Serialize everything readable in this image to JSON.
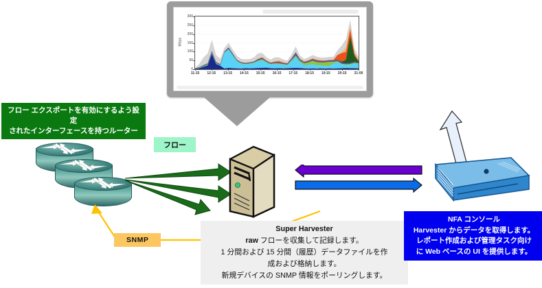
{
  "diagram": {
    "title": "NetFlow Analyzer deployment diagram",
    "monitor": {
      "name": "NFA console monitor"
    },
    "labels": {
      "routers": {
        "line1": "フロー エクスポートを有効にするよう設定",
        "line2": "されたインターフェースを持つルーター",
        "bg": "#0a7a10",
        "fg": "#ffffff"
      },
      "flow": {
        "text": "フロー",
        "bg": "#9df5c8",
        "fg": "#111111"
      },
      "snmp": {
        "text": "SNMP",
        "bg": "#fcc761",
        "fg": "#111111"
      },
      "harvester": {
        "title": "Super Harvester",
        "line1_bold": "raw",
        "line1_rest": " フローを収集して記録します。",
        "line2": "1 分間および 15 分間（履歴）データファイルを作",
        "line3": "成および格納します。",
        "line4": "新規デバイスの  SNMP 情報をポーリングします。",
        "bg": "#efefef",
        "fg": "#111111"
      },
      "console": {
        "title": "NFA コンソール",
        "line1": "Harvester からデータを取得します。",
        "line2": "レポート作成および管理タスク向け",
        "line3": "に Web ベースの UI を提供します。",
        "bg": "#0000ee",
        "fg": "#ffffff"
      }
    },
    "arrows": {
      "flow_color": "#1a6b1a",
      "snmp_color": "#ffc000",
      "to_console_color": "#0a6ce8",
      "from_console_color": "#6a00d4",
      "uplink_color": "#e8f0fb"
    },
    "nodes": {
      "router_label": "router",
      "server_label": "Super Harvester server",
      "appliance_label": "NFA console appliance"
    }
  },
  "chart_data": {
    "type": "area",
    "stacked": true,
    "title": "",
    "xlabel": "",
    "ylabel": "Mbps",
    "ylim": [
      0,
      300
    ],
    "yticks": [
      0,
      50,
      100,
      150,
      200,
      250,
      300
    ],
    "xticks": [
      "11:15",
      "12:15",
      "13:15",
      "14:15",
      "15:15",
      "16:15",
      "17:15",
      "18:15",
      "19:15",
      "20:15",
      "21:00"
    ],
    "grid": true,
    "legend": "none",
    "x": [
      "11:15",
      "11:30",
      "11:45",
      "12:00",
      "12:15",
      "12:30",
      "12:45",
      "13:00",
      "13:15",
      "13:30",
      "13:45",
      "14:00",
      "14:15",
      "14:30",
      "14:45",
      "15:00",
      "15:15",
      "15:30",
      "15:45",
      "16:00",
      "16:15",
      "16:30",
      "16:45",
      "17:00",
      "17:15",
      "17:30",
      "17:45",
      "18:00",
      "18:15",
      "18:30",
      "18:45",
      "19:00",
      "19:15",
      "19:30",
      "19:45",
      "20:00",
      "20:15",
      "20:30",
      "20:45",
      "21:00"
    ],
    "series": [
      {
        "name": "navy",
        "color": "#1c2a8a",
        "values": [
          2,
          6,
          14,
          22,
          88,
          30,
          20,
          4,
          8,
          6,
          5,
          4,
          6,
          5,
          6,
          7,
          8,
          9,
          6,
          5,
          6,
          5,
          6,
          7,
          8,
          7,
          5,
          4,
          5,
          4,
          5,
          4,
          5,
          4,
          5,
          6,
          7,
          6,
          6,
          5
        ]
      },
      {
        "name": "cyan",
        "color": "#58d3f7",
        "values": [
          0,
          1,
          2,
          3,
          4,
          3,
          2,
          90,
          105,
          72,
          40,
          28,
          22,
          26,
          30,
          38,
          44,
          30,
          22,
          26,
          24,
          22,
          18,
          40,
          62,
          34,
          20,
          22,
          24,
          20,
          18,
          16,
          14,
          30,
          36,
          22,
          18,
          20,
          26,
          24
        ]
      },
      {
        "name": "green",
        "color": "#8dc63f",
        "values": [
          1,
          2,
          3,
          3,
          3,
          3,
          2,
          2,
          3,
          3,
          3,
          3,
          3,
          3,
          3,
          5,
          6,
          4,
          3,
          4,
          4,
          4,
          3,
          6,
          9,
          8,
          10,
          14,
          20,
          18,
          16,
          20,
          24,
          10,
          6,
          4,
          4,
          5,
          6,
          6
        ]
      },
      {
        "name": "purple",
        "color": "#7030a0",
        "values": [
          1,
          1,
          2,
          2,
          3,
          2,
          2,
          2,
          3,
          3,
          2,
          2,
          2,
          2,
          2,
          3,
          3,
          2,
          2,
          2,
          2,
          2,
          2,
          3,
          4,
          3,
          3,
          3,
          3,
          3,
          3,
          3,
          3,
          3,
          3,
          3,
          3,
          3,
          3,
          3
        ]
      },
      {
        "name": "blue",
        "color": "#1f6fd0",
        "values": [
          1,
          1,
          2,
          2,
          3,
          2,
          2,
          2,
          4,
          3,
          2,
          2,
          2,
          2,
          2,
          3,
          3,
          2,
          2,
          2,
          2,
          2,
          2,
          4,
          10,
          4,
          3,
          3,
          4,
          3,
          3,
          3,
          3,
          3,
          3,
          3,
          3,
          3,
          3,
          3
        ]
      },
      {
        "name": "darkgreen",
        "color": "#1d5c1d",
        "values": [
          0,
          0,
          0,
          0,
          0,
          0,
          0,
          0,
          0,
          0,
          0,
          0,
          0,
          0,
          0,
          0,
          0,
          0,
          0,
          0,
          0,
          0,
          0,
          0,
          0,
          0,
          0,
          0,
          0,
          0,
          0,
          0,
          0,
          0,
          0,
          4,
          18,
          150,
          30,
          4
        ]
      },
      {
        "name": "orange",
        "color": "#e8541e",
        "values": [
          0,
          0,
          1,
          1,
          2,
          1,
          1,
          1,
          1,
          1,
          1,
          1,
          1,
          1,
          1,
          2,
          3,
          2,
          2,
          4,
          8,
          3,
          2,
          2,
          3,
          2,
          2,
          3,
          4,
          5,
          4,
          3,
          3,
          3,
          28,
          50,
          46,
          40,
          14,
          3
        ]
      },
      {
        "name": "peach",
        "color": "#f9b07a",
        "values": [
          0,
          0,
          1,
          1,
          2,
          1,
          1,
          1,
          1,
          1,
          1,
          1,
          1,
          1,
          1,
          2,
          2,
          2,
          2,
          3,
          4,
          2,
          2,
          2,
          3,
          2,
          2,
          2,
          3,
          3,
          3,
          2,
          2,
          2,
          3,
          4,
          24,
          16,
          6,
          2
        ]
      },
      {
        "name": "gray",
        "color": "#d4d4d4",
        "values": [
          2,
          20,
          42,
          56,
          62,
          40,
          30,
          20,
          26,
          22,
          22,
          18,
          20,
          18,
          22,
          30,
          24,
          18,
          16,
          22,
          18,
          16,
          14,
          20,
          30,
          18,
          14,
          16,
          18,
          16,
          14,
          16,
          16,
          16,
          24,
          40,
          48,
          38,
          24,
          20
        ]
      }
    ]
  }
}
